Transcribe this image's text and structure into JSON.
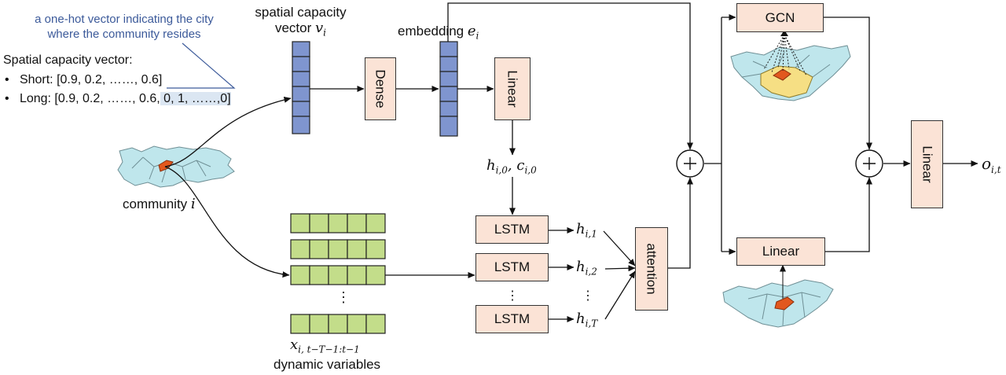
{
  "note": {
    "line1": "a one-hot vector indicating the city",
    "line2": "where the community resides"
  },
  "capacity": {
    "title": "Spatial capacity vector:",
    "short_label": "Short: [0.9, 0.2, ……, 0.6]",
    "long_label_a": "Long: [0.9, 0.2, ……, 0.6,",
    "long_label_b": " 0, 1, ……,0]"
  },
  "labels": {
    "spatial_vec_line1": "spatial capacity",
    "spatial_vec_line2": "vector",
    "spatial_vec_sym": "v",
    "spatial_vec_sub": "i",
    "embedding": "embedding",
    "embedding_sym": "e",
    "embedding_sub": "i",
    "community": "community",
    "community_sym": "i",
    "h0_sym": "h",
    "h0_sub": "i,0",
    "c0_sym": "c",
    "c0_sub": "i,0",
    "h1_sub": "i,1",
    "h2_sub": "i,2",
    "hT_sub": "i,T",
    "x_sym": "x",
    "x_sub": "i, t−T−1:t−1",
    "dynamic": "dynamic variables",
    "out_sym": "o",
    "out_sub": "i,t",
    "vdots": "⋮"
  },
  "boxes": {
    "dense": "Dense",
    "linear1": "Linear",
    "lstm1": "LSTM",
    "lstm2": "LSTM",
    "lstm3": "LSTM",
    "attention": "attention",
    "gcn": "GCN",
    "linear2": "Linear",
    "linear3": "Linear"
  },
  "colors": {
    "vector_fill": "#7f95cf",
    "dyn_fill": "#c3dd8a",
    "box_fill": "#fbe3d6",
    "map_fill": "#bfe6ec",
    "highlight": "#e2581e",
    "region_fill": "#f6df84",
    "note_color": "#3c5a9a"
  }
}
